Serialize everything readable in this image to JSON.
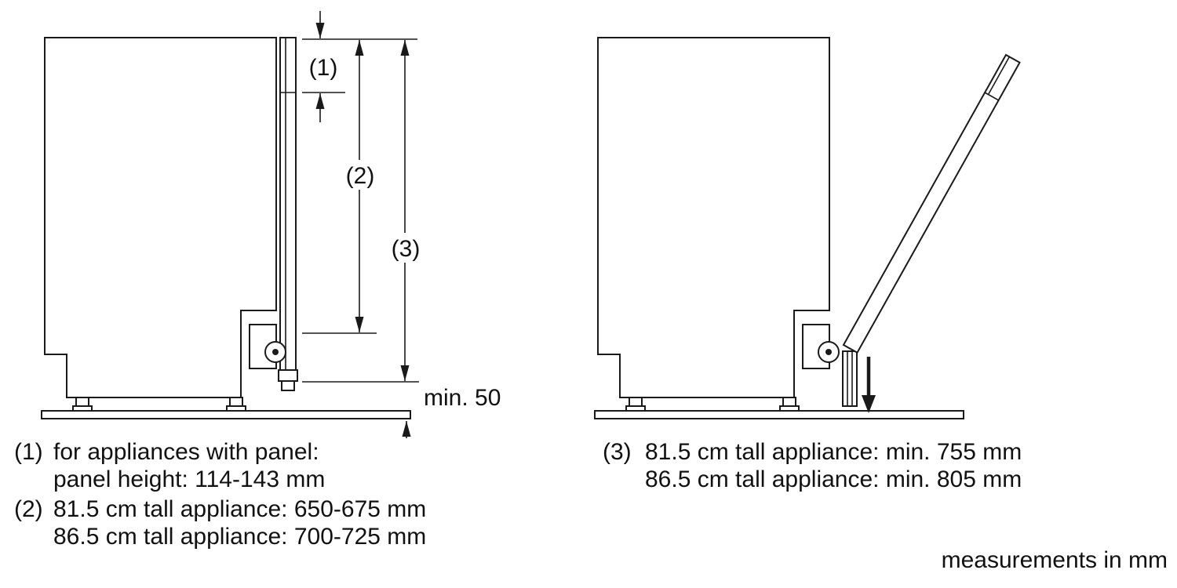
{
  "figure": {
    "background": "#ffffff",
    "line_color": "#1a1a1a"
  },
  "dimension_labels": {
    "d1": "(1)",
    "d2": "(2)",
    "d3": "(3)",
    "min_clearance": "min. 50"
  },
  "legend": {
    "left": [
      {
        "marker": "(1)",
        "lines": [
          "for appliances with panel:",
          "panel height: 114-143 mm"
        ]
      },
      {
        "marker": "(2)",
        "lines": [
          "81.5 cm tall appliance: 650-675 mm",
          "86.5 cm tall appliance: 700-725 mm"
        ]
      }
    ],
    "right": [
      {
        "marker": "(3)",
        "lines": [
          "81.5 cm tall appliance: min. 755 mm",
          "86.5 cm tall appliance: min. 805 mm"
        ]
      }
    ]
  },
  "footer": {
    "units_note": "measurements in mm"
  }
}
